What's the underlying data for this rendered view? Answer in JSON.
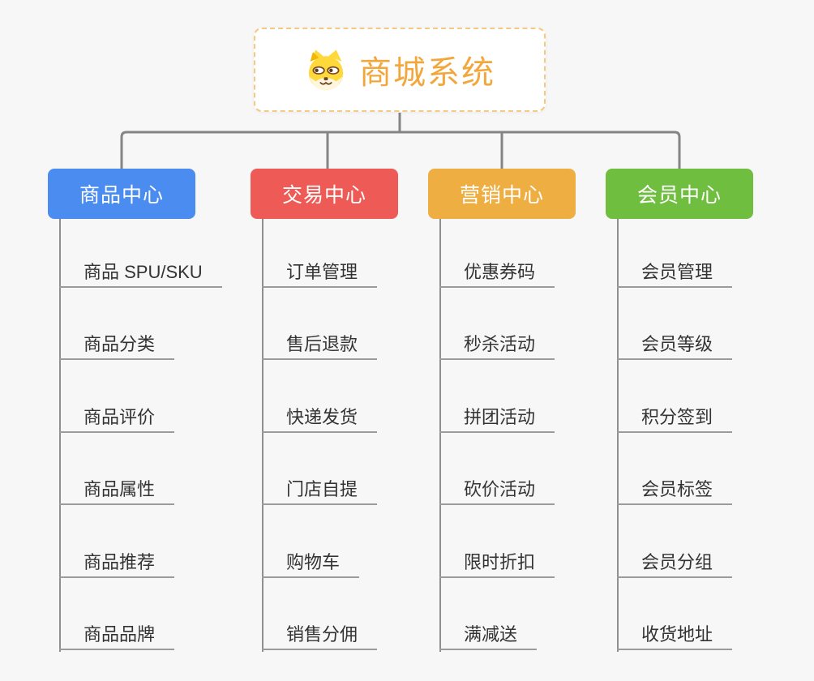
{
  "root": {
    "title": "商城系统",
    "icon": "dog-face-icon",
    "title_color": "#f2a73d",
    "border_color": "#f5c97f"
  },
  "branches": [
    {
      "label": "商品中心",
      "color": "#4a8cf0",
      "children": [
        "商品 SPU/SKU",
        "商品分类",
        "商品评价",
        "商品属性",
        "商品推荐",
        "商品品牌"
      ]
    },
    {
      "label": "交易中心",
      "color": "#ee5a55",
      "children": [
        "订单管理",
        "售后退款",
        "快递发货",
        "门店自提",
        "购物车",
        "销售分佣"
      ]
    },
    {
      "label": "营销中心",
      "color": "#efae41",
      "children": [
        "优惠券码",
        "秒杀活动",
        "拼团活动",
        "砍价活动",
        "限时折扣",
        "满减送"
      ]
    },
    {
      "label": "会员中心",
      "color": "#6fbe3f",
      "children": [
        "会员管理",
        "会员等级",
        "积分签到",
        "会员标签",
        "会员分组",
        "收货地址"
      ]
    }
  ],
  "palette": {
    "background": "#f7f7f7",
    "connector": "#858585",
    "underline": "#9b9b9b",
    "child_text": "#333333"
  }
}
